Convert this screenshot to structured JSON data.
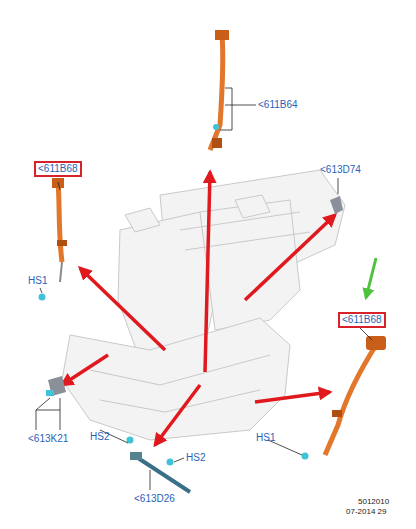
{
  "diagram": {
    "nodes": [
      {
        "text": [
          "<611B68"
        ]
      },
      {
        "text": [
          "<611B68"
        ]
      }
    ],
    "labels": [
      "<611B64",
      "<613D74",
      "HS1",
      "<613K21",
      "HS2",
      "HS2",
      "<613D26",
      "HS1",
      "5012010",
      "07-2014 29"
    ]
  }
}
